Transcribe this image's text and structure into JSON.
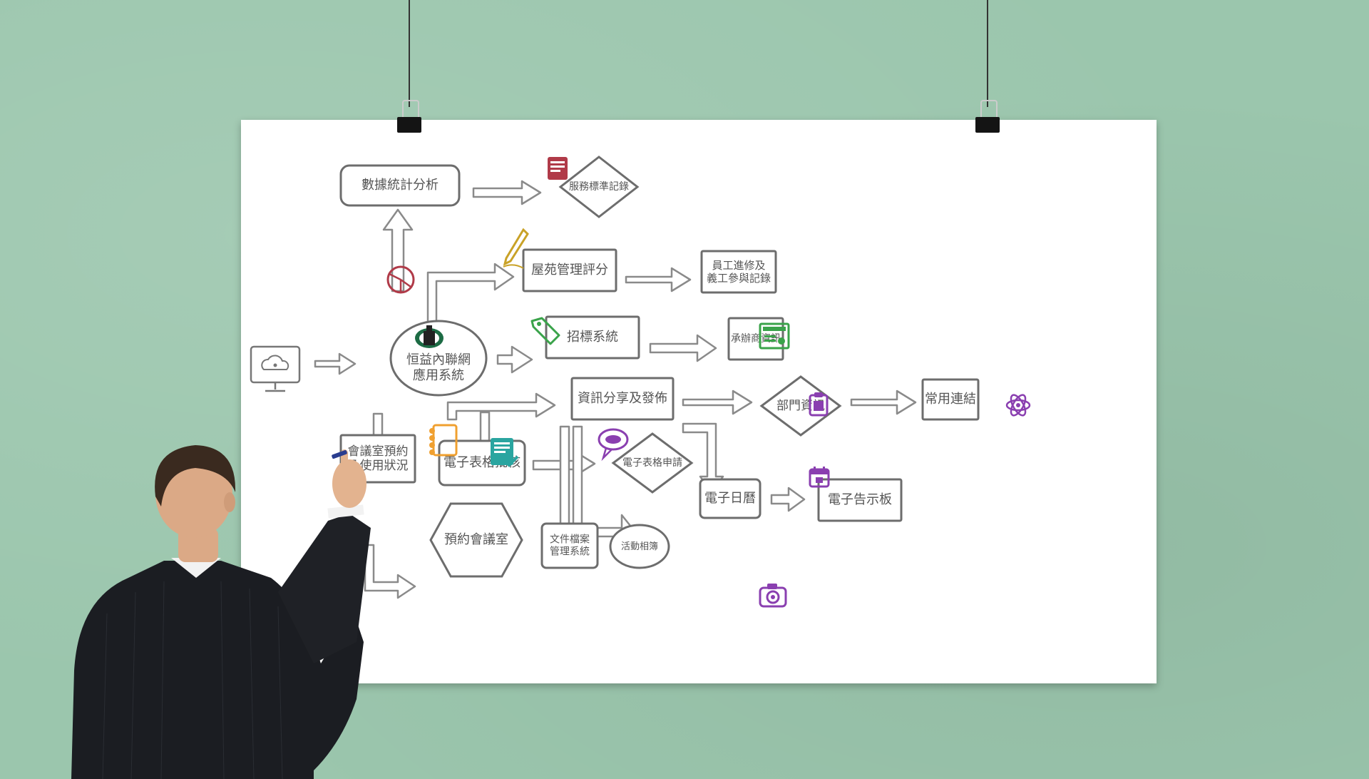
{
  "diagram": {
    "nodes": [
      {
        "id": "hub",
        "label": "恒益內聯網\n應用系統"
      },
      {
        "id": "stats",
        "label": "數據統計分析"
      },
      {
        "id": "service",
        "label": "服務標準記錄"
      },
      {
        "id": "estate",
        "label": "屋苑管理評分"
      },
      {
        "id": "staff",
        "label": "員工進修及\n義工參與記錄"
      },
      {
        "id": "tender",
        "label": "招標系統"
      },
      {
        "id": "contractor",
        "label": "承辦商資訊"
      },
      {
        "id": "info",
        "label": "資訊分享及發佈"
      },
      {
        "id": "dept",
        "label": "部門資訊"
      },
      {
        "id": "links",
        "label": "常用連結"
      },
      {
        "id": "meeting",
        "label": "會議室預約\n及使用狀況"
      },
      {
        "id": "eform",
        "label": "電子表格批核"
      },
      {
        "id": "eapply",
        "label": "電子表格申請"
      },
      {
        "id": "calendar",
        "label": "電子日曆"
      },
      {
        "id": "notice",
        "label": "電子告示板"
      },
      {
        "id": "book",
        "label": "預約會議室"
      },
      {
        "id": "docs",
        "label": "文件檔案\n管理系統"
      },
      {
        "id": "album",
        "label": "活動相簿"
      }
    ],
    "edges": [
      {
        "from": "hub",
        "to": "stats"
      },
      {
        "from": "stats",
        "to": "service"
      },
      {
        "from": "hub",
        "to": "estate"
      },
      {
        "from": "estate",
        "to": "staff"
      },
      {
        "from": "hub",
        "to": "tender"
      },
      {
        "from": "tender",
        "to": "contractor"
      },
      {
        "from": "hub",
        "to": "meeting"
      },
      {
        "from": "meeting",
        "to": "book"
      },
      {
        "from": "eform",
        "to": "info"
      },
      {
        "from": "info",
        "to": "eform"
      },
      {
        "from": "info",
        "to": "dept"
      },
      {
        "from": "dept",
        "to": "links"
      },
      {
        "from": "info",
        "to": "calendar"
      },
      {
        "from": "calendar",
        "to": "notice"
      },
      {
        "from": "eform",
        "to": "eapply"
      },
      {
        "from": "info",
        "to": "docs"
      },
      {
        "from": "info",
        "to": "album"
      }
    ]
  },
  "icons": [
    "computer-cloud-icon",
    "building-logo-icon",
    "pie-chart-icon",
    "report-icon",
    "pen-icon",
    "tag-icon",
    "certificate-icon",
    "notebook-icon",
    "document-check-icon",
    "chat-bubble-icon",
    "clipboard-icon",
    "atom-icon",
    "calendar-icon",
    "camera-icon"
  ],
  "colors": {
    "wall": "#9bc6ad",
    "board": "#ffffff",
    "outline": "#6d6d6d",
    "icon_red": "#b03a48",
    "icon_gold": "#c9a227",
    "icon_green": "#3aa34a",
    "icon_purple": "#8a3fb0",
    "icon_orange": "#f0a030",
    "icon_teal": "#2aa5a0"
  }
}
